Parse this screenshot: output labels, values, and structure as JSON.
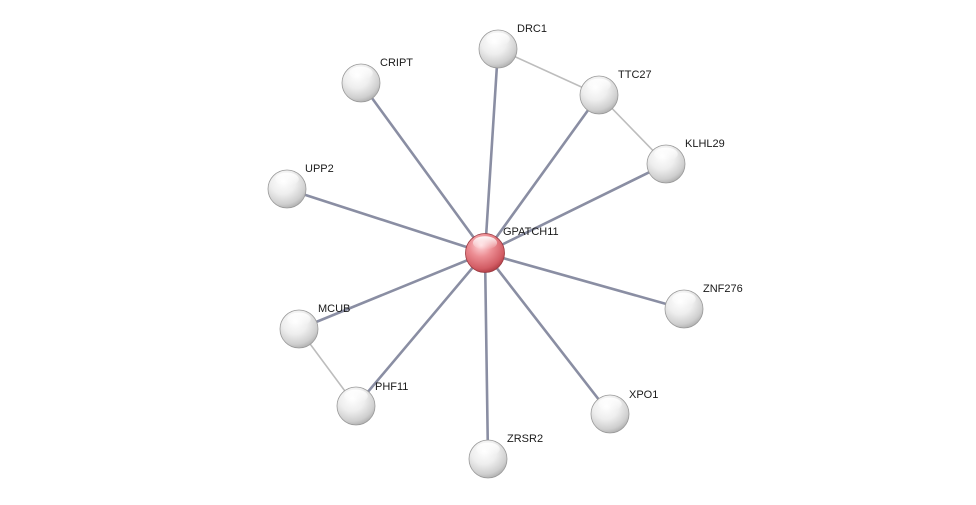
{
  "network": {
    "nodes": [
      {
        "id": "GPATCH11",
        "label": "GPATCH11",
        "query": true
      },
      {
        "id": "DRC1",
        "label": "DRC1"
      },
      {
        "id": "CRIPT",
        "label": "CRIPT"
      },
      {
        "id": "TTC27",
        "label": "TTC27"
      },
      {
        "id": "KLHL29",
        "label": "KLHL29"
      },
      {
        "id": "UPP2",
        "label": "UPP2"
      },
      {
        "id": "ZNF276",
        "label": "ZNF276"
      },
      {
        "id": "MCUB",
        "label": "MCUB"
      },
      {
        "id": "PHF11",
        "label": "PHF11"
      },
      {
        "id": "XPO1",
        "label": "XPO1"
      },
      {
        "id": "ZRSR2",
        "label": "ZRSR2"
      }
    ],
    "edges": [
      {
        "source": "GPATCH11",
        "target": "DRC1",
        "strength": "strong"
      },
      {
        "source": "GPATCH11",
        "target": "CRIPT",
        "strength": "strong"
      },
      {
        "source": "GPATCH11",
        "target": "TTC27",
        "strength": "strong"
      },
      {
        "source": "GPATCH11",
        "target": "KLHL29",
        "strength": "strong"
      },
      {
        "source": "GPATCH11",
        "target": "UPP2",
        "strength": "strong"
      },
      {
        "source": "GPATCH11",
        "target": "ZNF276",
        "strength": "strong"
      },
      {
        "source": "GPATCH11",
        "target": "MCUB",
        "strength": "strong"
      },
      {
        "source": "GPATCH11",
        "target": "PHF11",
        "strength": "strong"
      },
      {
        "source": "GPATCH11",
        "target": "XPO1",
        "strength": "strong"
      },
      {
        "source": "GPATCH11",
        "target": "ZRSR2",
        "strength": "strong"
      },
      {
        "source": "DRC1",
        "target": "TTC27",
        "strength": "weak"
      },
      {
        "source": "TTC27",
        "target": "KLHL29",
        "strength": "weak"
      },
      {
        "source": "MCUB",
        "target": "PHF11",
        "strength": "weak"
      }
    ],
    "colors": {
      "query_node": "#d9626a",
      "node": "#e4e4e4",
      "strong_edge": "#8a8ea3",
      "weak_edge": "#bdbdbd"
    }
  }
}
